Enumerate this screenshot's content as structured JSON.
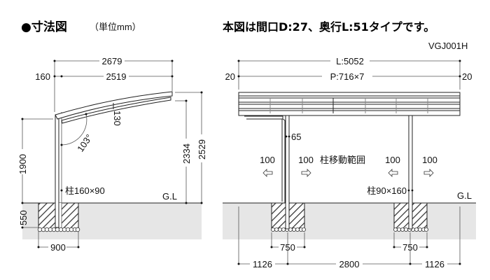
{
  "header": {
    "left_title": "●寸法図",
    "unit_note": "（単位mm）",
    "right_title": "本図は間口D:27、奥行L:51タイプです。",
    "model_code": "VGJ001H"
  },
  "side_view": {
    "total_depth": "2679",
    "roof_depth": "2519",
    "offset": "160",
    "beam_height": "130",
    "angle": "103°",
    "post_height": "1900",
    "clear_height": "2334",
    "total_height": "2529",
    "post_label": "柱160×90",
    "ground_label": "G.L",
    "embed_depth": "550",
    "footing_width": "900"
  },
  "front_view": {
    "length": "L:5052",
    "pitch": "P:716×7",
    "edge_left": "20",
    "edge_right": "20",
    "gutter_offset": "65",
    "move_left_1": "100",
    "move_right_1": "100",
    "move_range_label": "柱移動範囲",
    "move_left_2": "100",
    "move_right_2": "100",
    "post_label": "柱90×160",
    "ground_label": "G.L",
    "footing_width_1": "750",
    "footing_width_2": "750",
    "overhang_left": "1126",
    "post_span": "2800",
    "overhang_right": "1126"
  },
  "colors": {
    "ground": "#e6e6e6",
    "line": "#222222"
  }
}
